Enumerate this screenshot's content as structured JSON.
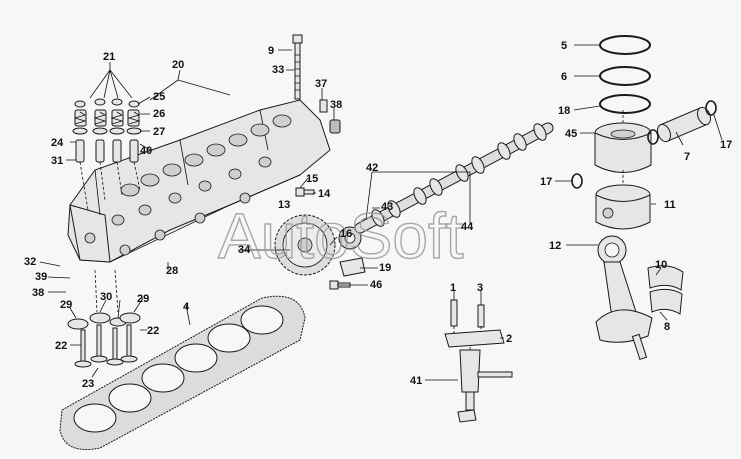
{
  "watermark": "AutoSoft",
  "callouts": [
    {
      "id": "c9",
      "text": "9"
    },
    {
      "id": "c33",
      "text": "33"
    },
    {
      "id": "c37",
      "text": "37"
    },
    {
      "id": "c38a",
      "text": "38"
    },
    {
      "id": "c20",
      "text": "20"
    },
    {
      "id": "c21",
      "text": "21"
    },
    {
      "id": "c25",
      "text": "25"
    },
    {
      "id": "c26",
      "text": "26"
    },
    {
      "id": "c27",
      "text": "27"
    },
    {
      "id": "c24",
      "text": "24"
    },
    {
      "id": "c31",
      "text": "31"
    },
    {
      "id": "c40",
      "text": "40"
    },
    {
      "id": "c15",
      "text": "15"
    },
    {
      "id": "c14",
      "text": "14"
    },
    {
      "id": "c13",
      "text": "13"
    },
    {
      "id": "c42",
      "text": "42"
    },
    {
      "id": "c43",
      "text": "43"
    },
    {
      "id": "c44",
      "text": "44"
    },
    {
      "id": "c16",
      "text": "16"
    },
    {
      "id": "c34",
      "text": "34"
    },
    {
      "id": "c28",
      "text": "28"
    },
    {
      "id": "c19",
      "text": "19"
    },
    {
      "id": "c46",
      "text": "46"
    },
    {
      "id": "c32",
      "text": "32"
    },
    {
      "id": "c39",
      "text": "39"
    },
    {
      "id": "c38b",
      "text": "38"
    },
    {
      "id": "c29a",
      "text": "29"
    },
    {
      "id": "c30",
      "text": "30"
    },
    {
      "id": "c29b",
      "text": "29"
    },
    {
      "id": "c22a",
      "text": "22"
    },
    {
      "id": "c22b",
      "text": "22"
    },
    {
      "id": "c23",
      "text": "23"
    },
    {
      "id": "c4",
      "text": "4"
    },
    {
      "id": "c5",
      "text": "5"
    },
    {
      "id": "c6",
      "text": "6"
    },
    {
      "id": "c18",
      "text": "18"
    },
    {
      "id": "c45",
      "text": "45"
    },
    {
      "id": "c7",
      "text": "7"
    },
    {
      "id": "c17a",
      "text": "17"
    },
    {
      "id": "c17b",
      "text": "17"
    },
    {
      "id": "c11",
      "text": "11"
    },
    {
      "id": "c12",
      "text": "12"
    },
    {
      "id": "c10",
      "text": "10"
    },
    {
      "id": "c8",
      "text": "8"
    },
    {
      "id": "c1",
      "text": "1"
    },
    {
      "id": "c3",
      "text": "3"
    },
    {
      "id": "c2",
      "text": "2"
    },
    {
      "id": "c41",
      "text": "41"
    }
  ]
}
